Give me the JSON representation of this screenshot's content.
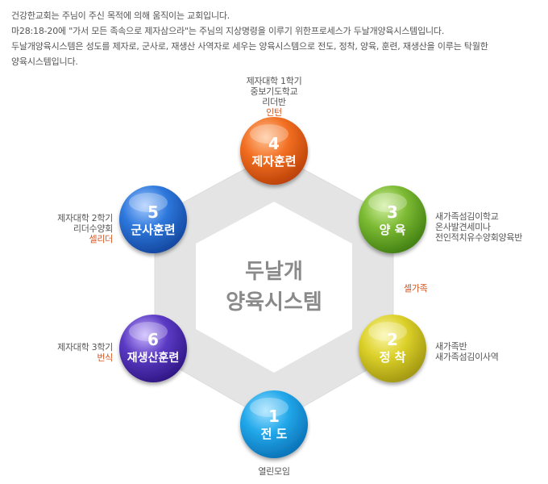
{
  "intro": {
    "line1": "건강한교회는 주님이 주신 목적에 의해 움직이는 교회입니다.",
    "line2": "마28:18-20에 \"가서 모든 족속으로 제자삼으라\"는 주님의 지상명령을 이루기 위한프로세스가 두날개양육시스템입니다.",
    "line3": "두날개양육시스템은 성도를 제자로, 군사로, 재생산 사역자로 세우는 양육시스템으로 전도, 정착, 양육, 훈련, 재생산을 이루는 탁월한",
    "line4": "양육시스템입니다."
  },
  "center": {
    "line1": "두날개",
    "line2": "양육시스템"
  },
  "colors": {
    "highlight": "#d9541e",
    "hexagon": "#e3e3e3",
    "center_text": "#8a8a8a"
  },
  "steps": [
    {
      "number": "1",
      "name": "전 도",
      "color": "#1b9fe3",
      "labels": [
        "열린모임"
      ],
      "highlight": ""
    },
    {
      "number": "2",
      "name": "정 착",
      "color": "#cfc51c",
      "labels": [
        "새가족반",
        "새가족섬김이사역"
      ],
      "highlight": ""
    },
    {
      "number": "3",
      "name": "양 육",
      "color": "#73b02b",
      "labels": [
        "새가족섬김이학교",
        "온사발견세미나",
        "전인적치유수양회양육반"
      ],
      "highlight": ""
    },
    {
      "number": "4",
      "name": "제자훈련",
      "color": "#ef6a1f",
      "labels": [
        "제자대학 1학기",
        "중보기도학교",
        "리더반"
      ],
      "highlight": "인턴"
    },
    {
      "number": "5",
      "name": "군사훈련",
      "color": "#2b73d6",
      "labels": [
        "제자대학 2학기",
        "리더수양회"
      ],
      "highlight": "셀리더"
    },
    {
      "number": "6",
      "name": "재생산훈련",
      "color": "#5a38c0",
      "labels": [
        "제자대학 3학기"
      ],
      "highlight": "번식"
    }
  ],
  "side_note": "셀가족"
}
